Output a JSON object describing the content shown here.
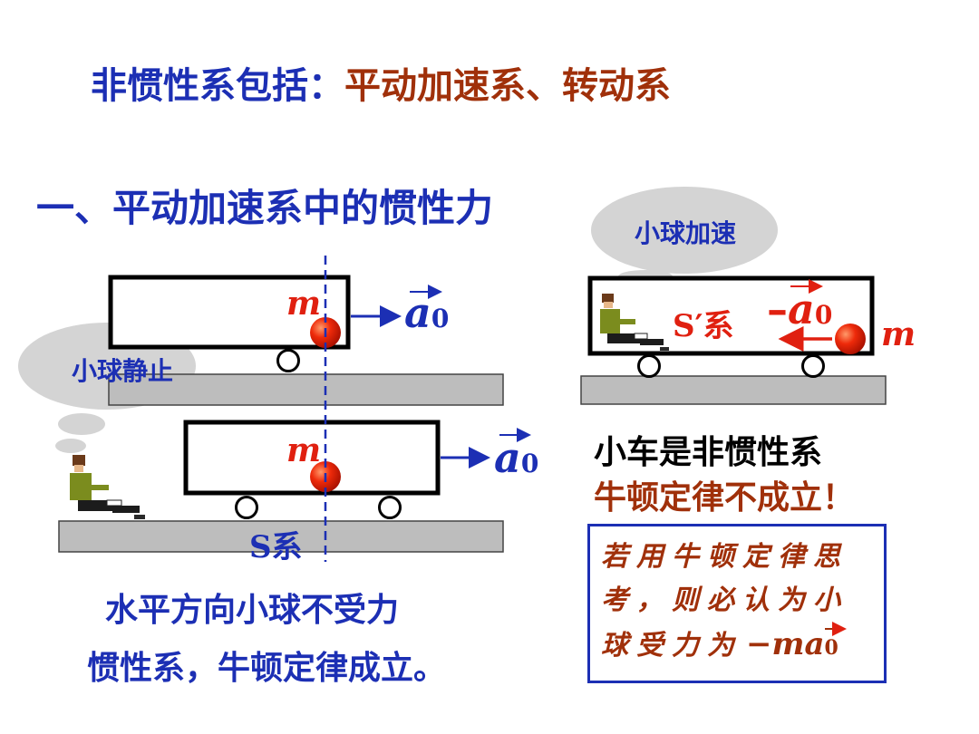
{
  "heading": {
    "part1": "非惯性系包括：",
    "part2": "平动加速系、转动系"
  },
  "section_title": "一、平动加速系中的惯性力",
  "left_diagram": {
    "bubble_label": "小球静止",
    "mass_label_top": "m",
    "mass_label_bottom": "m",
    "accel_top": "a",
    "accel_top_sub": "0",
    "accel_bottom": "a",
    "accel_bottom_sub": "0",
    "frame_label": "S系"
  },
  "right_diagram": {
    "bubble_label": "小球加速",
    "frame_label": "S′系",
    "accel_sign": "–",
    "accel": "a",
    "accel_sub": "0",
    "mass_label": "m"
  },
  "right_text": {
    "line1": "小车是非惯性系",
    "line2": "牛顿定律不成立！"
  },
  "note": {
    "line1": "若用牛顿定律思",
    "line2": "考，则必认为小",
    "line3": "球受力为",
    "formula_sign": "−",
    "formula_m": "m",
    "formula_a": "a",
    "formula_sub": "0"
  },
  "bottom_text": {
    "line1": "水平方向小球不受力",
    "line2": "惯性系，牛顿定律成立。"
  },
  "colors": {
    "blue": "#1c2fb4",
    "brown": "#a0300a",
    "red": "#e02010",
    "ground": "#bdbdbd",
    "bubble": "#d4d4d4"
  }
}
